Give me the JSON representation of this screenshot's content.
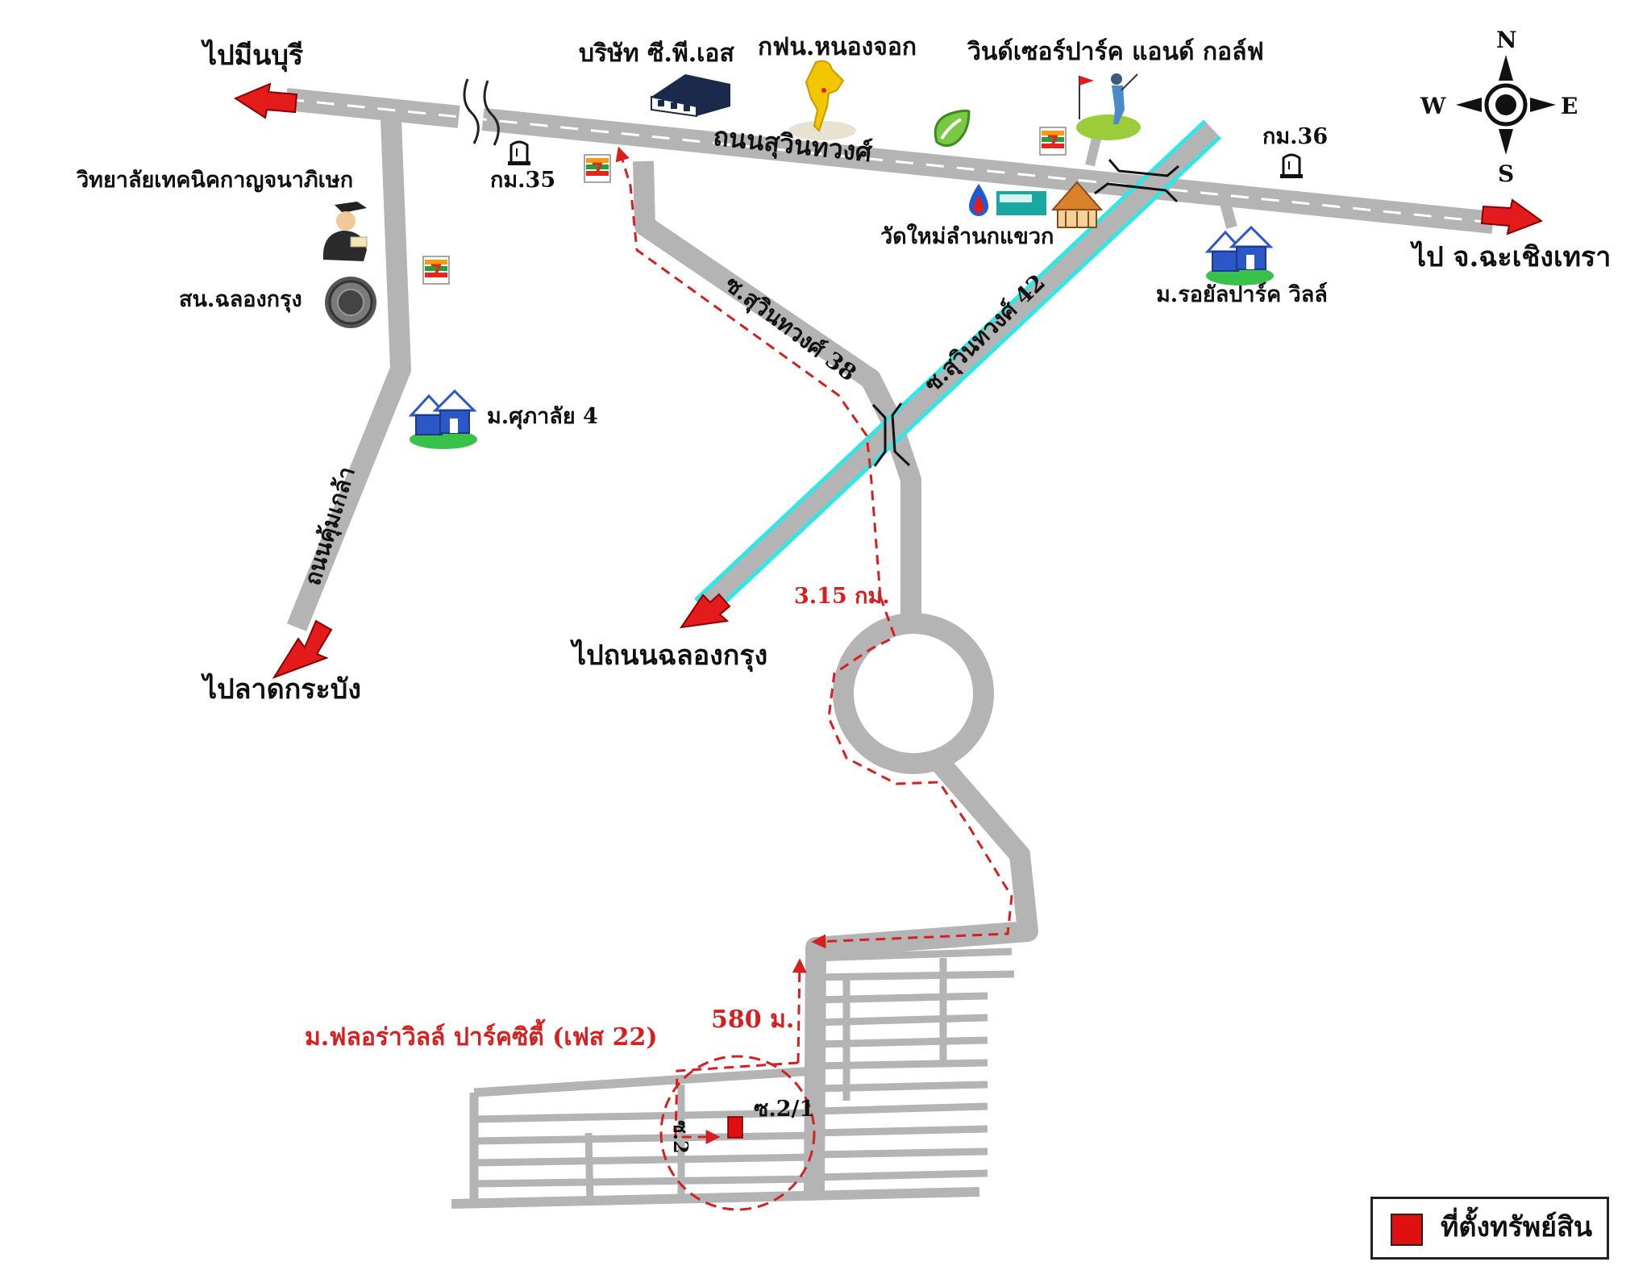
{
  "colors": {
    "road": "#b4b4b4",
    "road_edge": "#9a9a9a",
    "expressway": "#33e6e6",
    "route": "#d42020",
    "arrow": "#e41b1b",
    "property": "#e01010",
    "house_blue": "#2b57c7",
    "lawn_green": "#38c24a"
  },
  "compass": {
    "north": "N",
    "south": "S",
    "east": "E",
    "west": "W"
  },
  "labels": {
    "to_min_buri": "ไปมีนบุรี",
    "cps_company": "บริษัท ซี.พี.เอส",
    "egat_nong_chok": "กฟน.หนองจอก",
    "windsor_golf": "วินด์เซอร์ปาร์ค แอนด์ กอล์ฟ",
    "km35": "กม.35",
    "km36": "กม.36",
    "suwinthawong_road": "ถนนสุวินทวงศ์",
    "technical_college": "วิทยาลัยเทคนิคกาญจนาภิเษก",
    "chalong_krung_station": "สน.ฉลองกรุง",
    "wat_mai": "วัดใหม่ลำนกแขวก",
    "to_chachoengsao": "ไป จ.ฉะเชิงเทรา",
    "royal_park_ville": "ม.รอยัลปาร์ค วิลล์",
    "soi_38": "ซ.สุวินทวงศ์ 38",
    "soi_42": "ซ.สุวินทวงศ์ 42",
    "supalai_4": "ม.ศุภาลัย 4",
    "khum_klao_road": "ถนนคุ้มเกล้า",
    "to_lat_krabang": "ไปลาดกระบัง",
    "to_chalong_krung_road": "ไปถนนฉลองกรุง",
    "dist_315": "3.15 กม.",
    "dist_580": "580 ม.",
    "flora_ville": "ม.ฟลอร่าวิลล์ ปาร์คซิตี้ (เฟส 22)",
    "soi_2_1": "ซ.2/1",
    "soi_2": "ซ.2"
  },
  "icons": {
    "seven_eleven": "seven-eleven-icon",
    "factory": "factory-icon",
    "thailand_map": "thailand-map-icon",
    "golfer": "golfer-icon",
    "bangchak": "bangchak-leaf-icon",
    "ptt": "ptt-drop-icon",
    "lotus": "lotus-store-icon",
    "temple": "temple-icon",
    "km_marker": "km-marker-icon",
    "graduate": "graduate-icon",
    "police_seal": "police-seal-icon",
    "house": "house-icon",
    "compass": "compass-icon"
  },
  "legend": {
    "label": "ที่ตั้งทรัพย์สิน"
  }
}
